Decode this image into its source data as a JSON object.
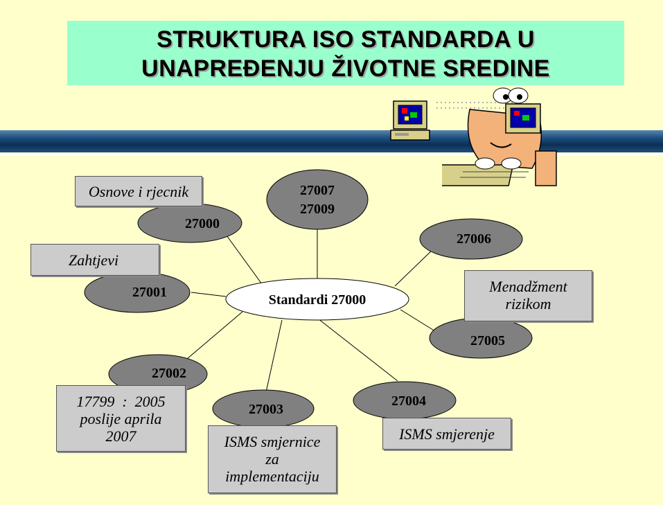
{
  "title": {
    "line1": "STRUKTURA ISO STANDARDA U",
    "line2": "UNAPREĐENJU ŽIVOTNE SREDINE"
  },
  "center": {
    "label": "Standardi 27000"
  },
  "nodes": {
    "n27000": "27000",
    "n27001": "27001",
    "n27002": "27002",
    "n27003": "27003",
    "n27004": "27004",
    "n27005": "27005",
    "n27006": "27006",
    "n27007": "27007",
    "n27009": "27009"
  },
  "descriptions": {
    "d27000": "Osnove i rjecnik",
    "d27001": "Zahtjevi",
    "d27002_l1": "17799  :  2005",
    "d27002_l2": "poslije aprila",
    "d27002_l3": "2007",
    "d27003_l1": "ISMS smjernice",
    "d27003_l2": "za",
    "d27003_l3": "implementaciju",
    "d27004": "ISMS smjerenje",
    "d27005_l1": "Menadžment",
    "d27005_l2": "rizikom"
  },
  "colors": {
    "background": "#ffffcc",
    "title_box": "#99ffcc",
    "node_fill": "#808080",
    "desc_box": "#cccccc",
    "band": "#0b2f55"
  },
  "icons": [
    "computer-icon",
    "computer-character-icon"
  ]
}
